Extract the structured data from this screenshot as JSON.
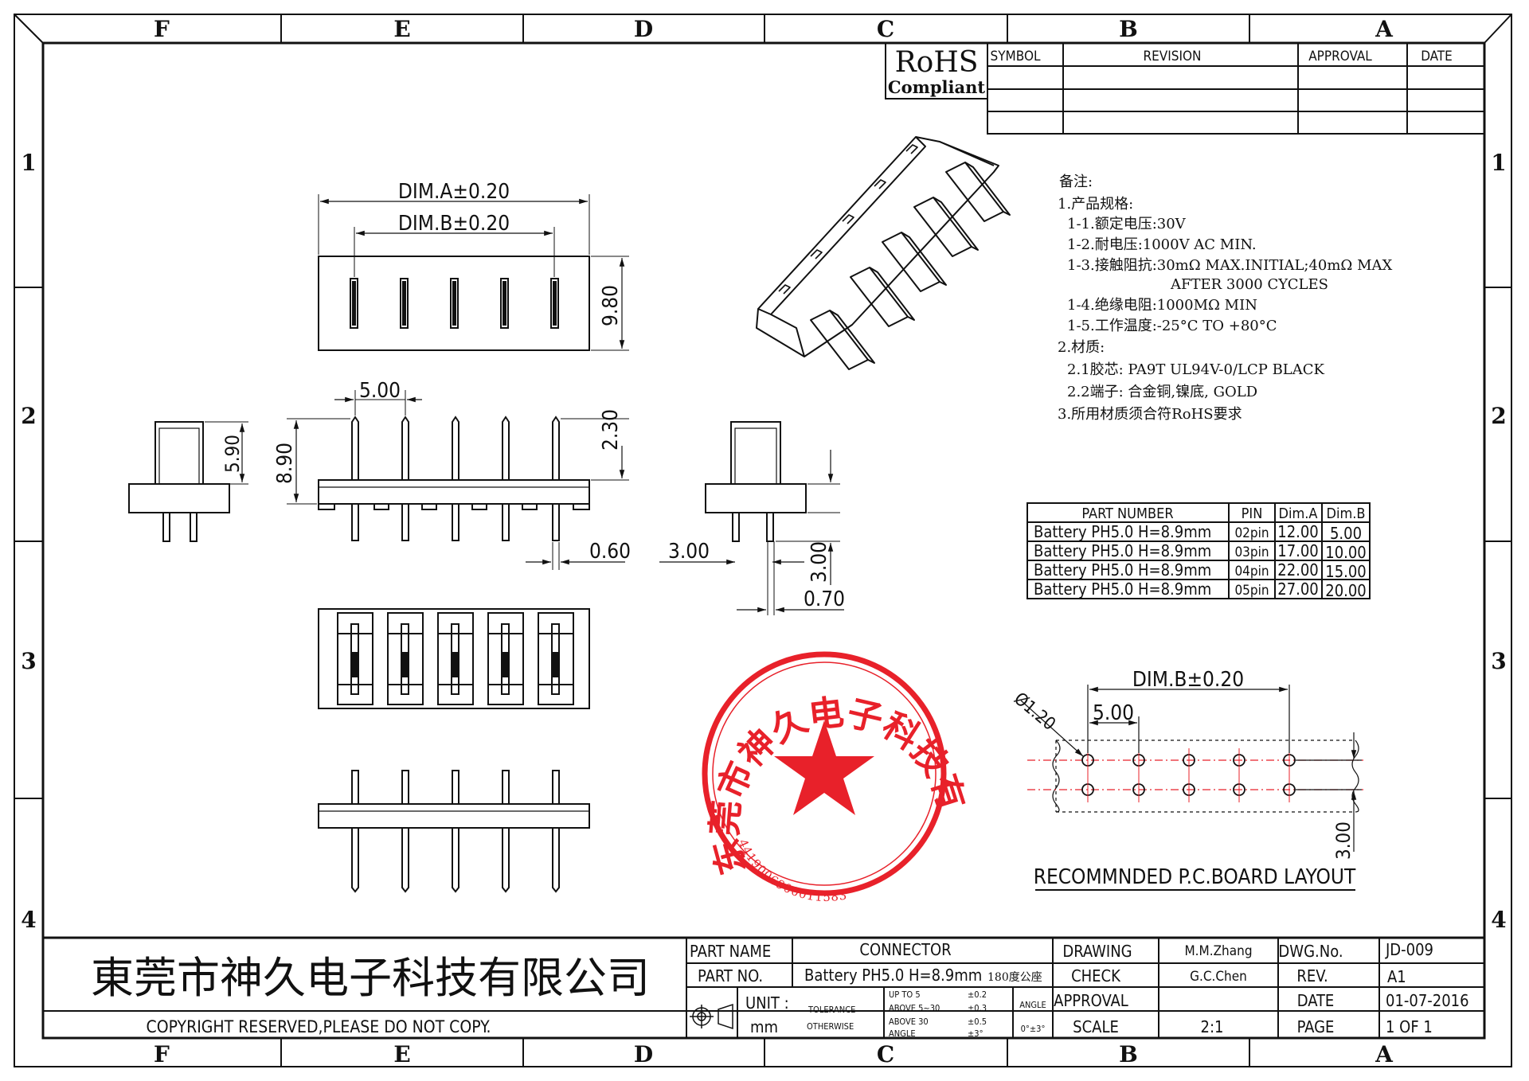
{
  "frame": {
    "col_letters": [
      "F",
      "E",
      "D",
      "C",
      "B",
      "A"
    ],
    "row_numbers": [
      "1",
      "2",
      "3",
      "4"
    ]
  },
  "rohs": {
    "line1": "RoHS",
    "line2": "Compliant"
  },
  "revision_table": {
    "headers": [
      "SYMBOL",
      "REVISION",
      "APPROVAL",
      "DATE"
    ]
  },
  "notes": {
    "title": "备注:",
    "lines": [
      "1.产品规格:",
      "1-1.额定电压:30V",
      "1-2.耐电压:1000V AC MIN.",
      "1-3.接触阻抗:30mΩ MAX.INITIAL;40mΩ MAX",
      "AFTER 3000 CYCLES",
      "1-4.绝缘电阻:1000MΩ MIN",
      "1-5.工作温度:-25°C TO +80°C",
      "2.材质:",
      "2.1胶芯: PA9T UL94V-0/LCP BLACK",
      "2.2端子: 合金铜,镍底, GOLD",
      "3.所用材质须合符RoHS要求"
    ]
  },
  "part_table": {
    "headers": [
      "PART NUMBER",
      "PIN",
      "Dim.A",
      "Dim.B"
    ],
    "rows": [
      [
        "Battery PH5.0 H=8.9mm",
        "02pin",
        "12.00",
        "5.00"
      ],
      [
        "Battery PH5.0 H=8.9mm",
        "03pin",
        "17.00",
        "10.00"
      ],
      [
        "Battery PH5.0 H=8.9mm",
        "04pin",
        "22.00",
        "15.00"
      ],
      [
        "Battery PH5.0 H=8.9mm",
        "05pin",
        "27.00",
        "20.00"
      ]
    ]
  },
  "dims": {
    "dim_a": "DIM.A±0.20",
    "dim_b": "DIM.B±0.20",
    "d_980": "9.80",
    "d_500": "5.00",
    "d_590": "5.90",
    "d_890": "8.90",
    "d_230": "2.30",
    "d_060": "0.60",
    "d_300a": "3.00",
    "d_300b": "3.00",
    "d_070": "0.70",
    "pcb_dim_b": "DIM.B±0.20",
    "pcb_500": "5.00",
    "pcb_hole": "Ø1.20",
    "pcb_300": "3.00",
    "pcb_title": "RECOMMNDED P.C.BOARD LAYOUT"
  },
  "stamp": {
    "ring_text": "东莞市神久电子科技有限公司",
    "number": "4419006900011583"
  },
  "title_block": {
    "company": "東莞市神久电子科技有限公司",
    "copyright": "COPYRIGHT RESERVED,PLEASE DO NOT COPY.",
    "part_name_label": "PART NAME",
    "part_name_value": "CONNECTOR",
    "part_no_label": "PART NO.",
    "part_no_value": "Battery PH5.0 H=8.9mm",
    "part_no_suffix": "180度公座",
    "unit_label": "UNIT :",
    "unit_value": "mm",
    "tolerance_label": "TOLERANCE",
    "otherwise_label": "OTHERWISE",
    "tol_rows": [
      [
        "UP TO 5",
        "±0.2"
      ],
      [
        "ABOVE 5~30",
        "±0.3"
      ],
      [
        "ABOVE 30",
        "±0.5"
      ],
      [
        "ANGLE",
        "±3°"
      ]
    ],
    "angle_label": "ANGLE",
    "angle_value": "0°±3°",
    "drawing_label": "DRAWING",
    "drawing_value": "M.M.Zhang",
    "check_label": "CHECK",
    "check_value": "G.C.Chen",
    "approval_label": "APPROVAL",
    "approval_value": "",
    "scale_label": "SCALE",
    "scale_value": "2:1",
    "dwg_label": "DWG.No.",
    "dwg_value": "JD-009",
    "rev_label": "REV.",
    "rev_value": "A1",
    "date_label": "DATE",
    "date_value": "01-07-2016",
    "page_label": "PAGE",
    "page_value": "1 OF 1"
  },
  "colors": {
    "line": "#111111",
    "stamp": "#e8212a",
    "centerline": "#e8212a"
  }
}
